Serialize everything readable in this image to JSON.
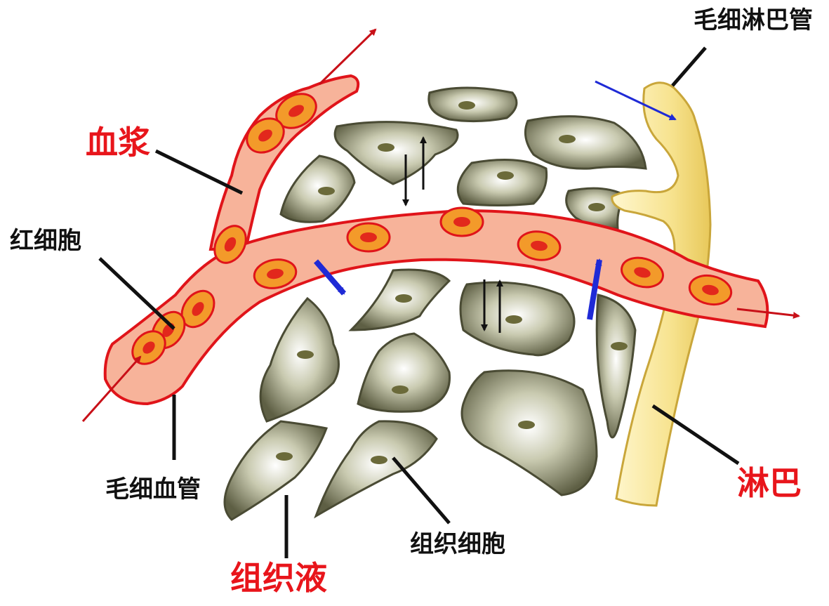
{
  "labels": {
    "plasma": "血浆",
    "red_blood_cell": "红细胞",
    "capillary": "毛细血管",
    "tissue_fluid": "组织液",
    "tissue_cell": "组织细胞",
    "lymph_capillary": "毛细淋巴管",
    "lymph": "淋巴"
  },
  "colors": {
    "vessel_fill": "#f7b39a",
    "vessel_outline": "#e0141a",
    "rbc_fill": "#f39a2a",
    "rbc_nucleus": "#e2281c",
    "cell_fill": "#8e8f72",
    "cell_edge": "#4a4b34",
    "cell_nucleus": "#6b6a3a",
    "lymph_fill": "#f6e08a",
    "flow_arrow": "#c81018",
    "exchange_arrow": "#1f2ad6",
    "label_red": "#e8151b",
    "label_black": "#111111"
  }
}
